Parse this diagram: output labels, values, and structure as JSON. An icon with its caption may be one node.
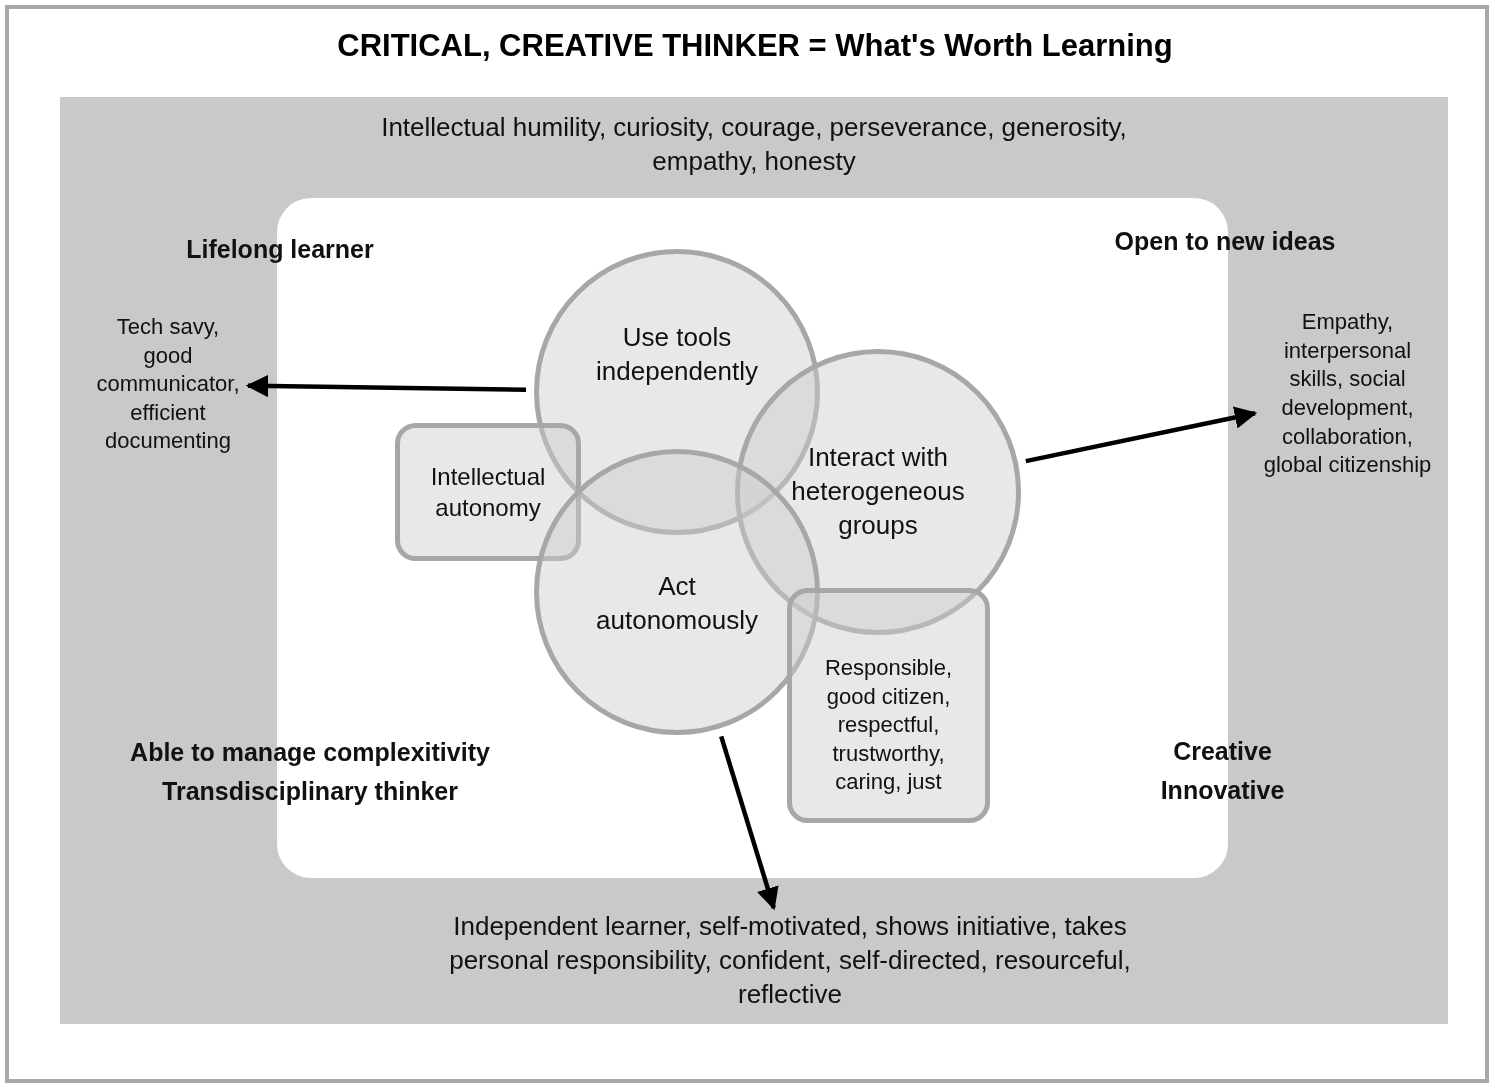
{
  "diagram": {
    "title": "CRITICAL, CREATIVE THINKER = What's Worth Learning",
    "nodes": [
      {
        "text": [
          "Intellectual humility, curiosity, courage, perseverance, generosity, empathy, honesty"
        ]
      },
      {
        "text": [],
        "shape": "box",
        "in": 0
      },
      {
        "text": [
          "Tech savy, good communicator, efficient documenting"
        ],
        "in": 0
      },
      {
        "text": [
          "Use tools independently"
        ],
        "in": 1
      },
      {
        "text": [
          "Interact with heterogeneous groups"
        ],
        "in": 1
      },
      {
        "text": [
          "Intellectual autonomy"
        ],
        "in": 1
      },
      {
        "text": [
          "Act autonomously"
        ],
        "in": 1
      },
      {
        "text": [
          "Responsible, good citizen, respectful, trustworthy, caring, just"
        ],
        "in": 1
      },
      {
        "text": [
          "Empathy, interpersonal skills, social development, collaboration, global citizenship"
        ],
        "in": 0
      },
      {
        "text": [
          "Independent learner, self-motivated, shows initiative, takes personal responsibility, confident, self-directed, resourceful, reflective"
        ],
        "in": 0
      }
    ],
    "edges": [
      {
        "from": 3,
        "to": 2,
        "arrow": "to"
      },
      {
        "from": 4,
        "to": 8,
        "arrow": "to"
      },
      {
        "from": 6,
        "to": 9,
        "arrow": "to"
      }
    ],
    "labels": [
      "Lifelong learner",
      "Open to new ideas",
      "Able to manage complexitivity Transdisciplinary thinker",
      "Creative Innovative"
    ]
  }
}
